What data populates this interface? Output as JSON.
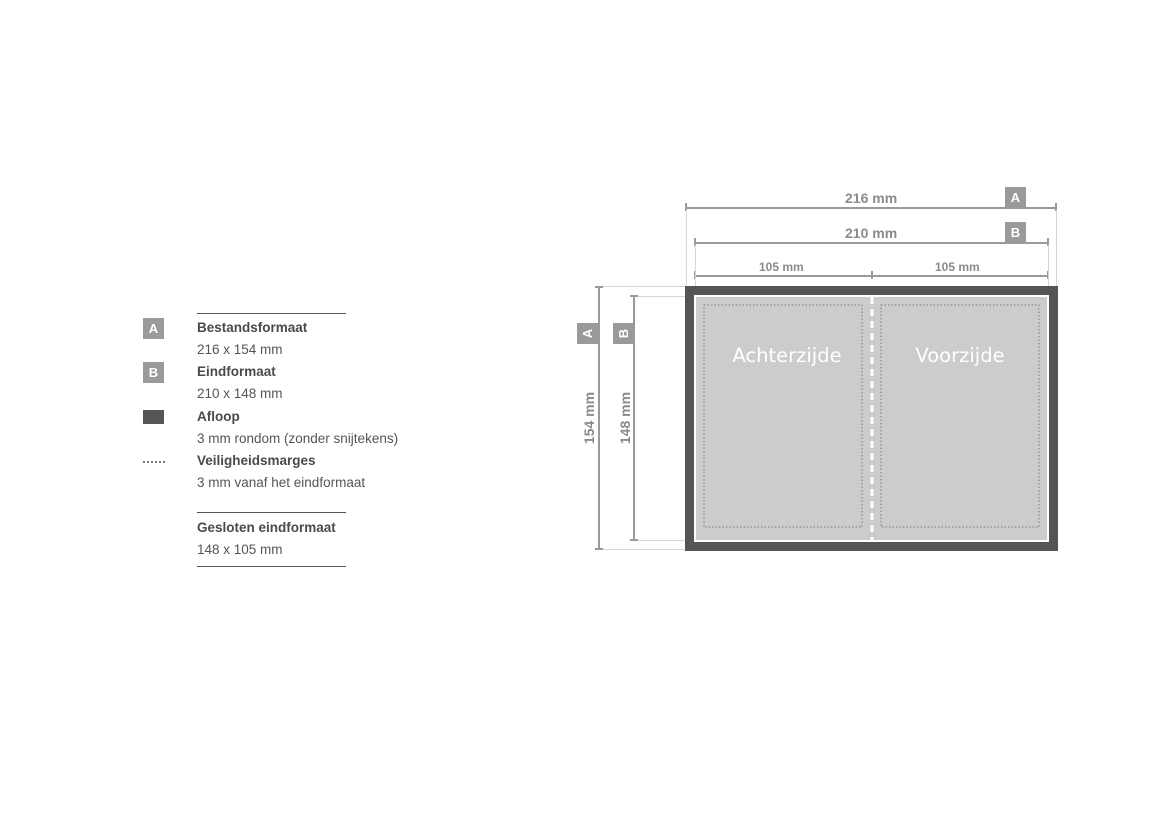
{
  "legend": {
    "items": [
      {
        "badge": "A",
        "title": "Bestandsformaat",
        "text": "216 x 154 mm"
      },
      {
        "badge": "B",
        "title": "Eindformaat",
        "text": "210 x 148 mm"
      },
      {
        "title": "Afloop",
        "text": "3 mm rondom (zonder snijtekens)"
      },
      {
        "title": "Veiligheidsmarges",
        "text": "3 mm vanaf het eindformaat"
      }
    ],
    "closed": {
      "title": "Gesloten eindformaat",
      "text": "148 x 105 mm"
    }
  },
  "diagram": {
    "width_a": "216 mm",
    "width_b": "210 mm",
    "half_left": "105 mm",
    "half_right": "105 mm",
    "height_a": "154 mm",
    "height_b": "148 mm",
    "badge_a": "A",
    "badge_b": "B",
    "panel_left": "Achterzijde",
    "panel_right": "Voorzijde"
  },
  "colors": {
    "bleed": "#555555",
    "trim_area": "#cccccc",
    "dimension": "#9a9a9a",
    "badge": "#9a9a9a"
  }
}
